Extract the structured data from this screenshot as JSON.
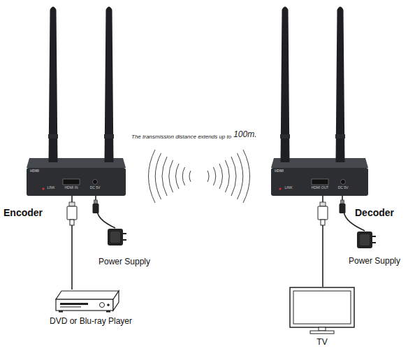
{
  "diagram": {
    "nodes": [
      {
        "text": [
          "LINK",
          "HDMI IN",
          "DC 5V"
        ]
      },
      {
        "text": [
          "LINK",
          "HDMI OUT",
          "DC 5V"
        ]
      },
      {
        "text": [
          "DVD or Blu-ray Player"
        ]
      },
      {
        "text": [
          "TV"
        ]
      },
      {
        "text": [
          "Power Supply"
        ]
      },
      {
        "text": [
          "Power Supply"
        ]
      }
    ],
    "edges": [
      {
        "from": 0,
        "to": 2,
        "arrow": "none"
      },
      {
        "from": 0,
        "to": 4,
        "arrow": "none"
      },
      {
        "from": 1,
        "to": 3,
        "arrow": "none"
      },
      {
        "from": 1,
        "to": 5,
        "arrow": "none"
      }
    ],
    "labels": [
      "The transmission distance extends up to",
      "100m.",
      "Encoder",
      "Decoder",
      "HDMI",
      "HDMI"
    ]
  }
}
